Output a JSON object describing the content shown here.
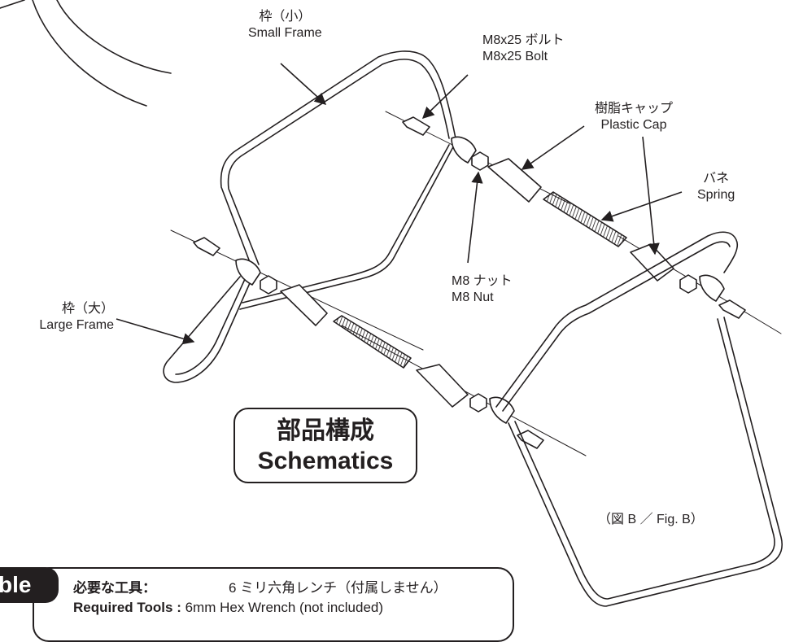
{
  "labels": {
    "small_frame": {
      "jp": "枠（小）",
      "en": "Small Frame"
    },
    "bolt": {
      "jp": "M8x25 ボルト",
      "en": "M8x25 Bolt"
    },
    "plastic_cap": {
      "jp": "樹脂キャップ",
      "en": "Plastic Cap"
    },
    "spring": {
      "jp": "バネ",
      "en": "Spring"
    },
    "nut": {
      "jp": "M8 ナット",
      "en": "M8 Nut"
    },
    "large_frame": {
      "jp": "枠（大）",
      "en": "Large Frame"
    }
  },
  "title": {
    "jp": "部品構成",
    "en": "Schematics"
  },
  "figure_caption": "（図 B ／ Fig. B）",
  "tab_text": "ble",
  "tools": {
    "jp_label": "必要な工具：",
    "jp_value": "6 ミリ六角レンチ（付属しません）",
    "en_label": "Required Tools :",
    "en_value": "6mm Hex Wrench (not included)"
  }
}
